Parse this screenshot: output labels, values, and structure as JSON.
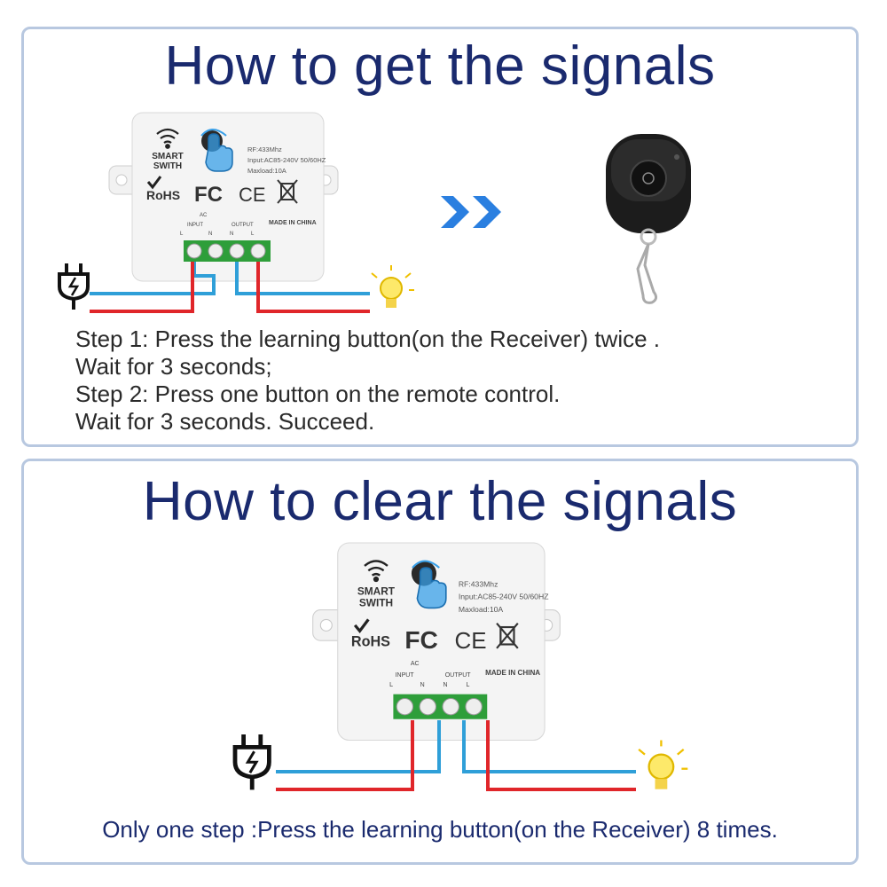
{
  "top": {
    "title": "How to get the signals",
    "steps": [
      "Step 1: Press the learning button(on the Receiver) twice .",
      "Wait for 3 seconds;",
      "Step 2: Press one button on the remote control.",
      "Wait for 3 seconds. Succeed."
    ]
  },
  "bottom": {
    "title": "How to clear the signals",
    "step": "Only one step :Press the learning button(on the Receiver) 8 times."
  },
  "device": {
    "brand_line1": "SMART",
    "brand_line2": "SWITH",
    "spec_rf": "RF:433Mhz",
    "spec_input": "Input:AC85-240V 50/60HZ",
    "spec_maxload": "Maxload:10A",
    "rohs": "RoHS",
    "fc": "FC",
    "ce": "CE",
    "ac": "AC",
    "input_label": "INPUT",
    "output_label": "OUTPUT",
    "made_in": "MADE IN CHINA",
    "term_l": "L",
    "term_n": "N"
  },
  "colors": {
    "heading": "#1a2a6e",
    "wire_red": "#e0262a",
    "wire_blue": "#2f9fd8",
    "arrow_blue": "#2a7fe0",
    "terminal_green": "#2e9e3a",
    "panel_border": "#b8c8e0"
  },
  "icons": [
    "wifi-icon",
    "finger-press-icon",
    "plug-icon",
    "bulb-icon",
    "double-arrow-icon",
    "remote-control-icon",
    "weee-bin-icon",
    "checkmark-icon"
  ]
}
